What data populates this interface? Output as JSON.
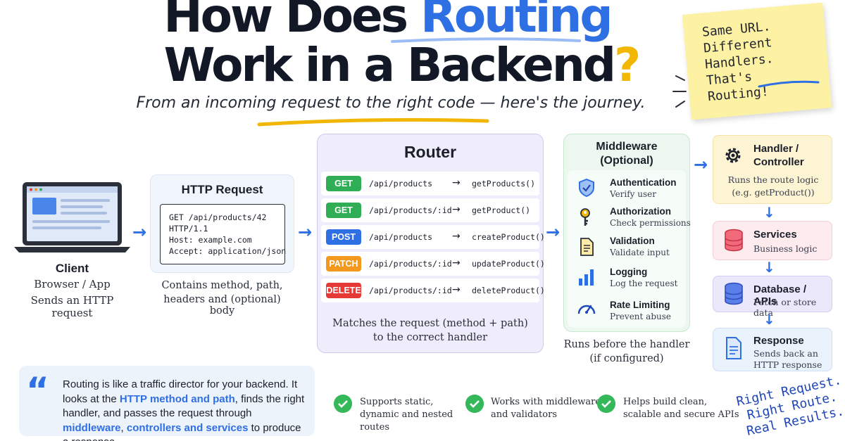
{
  "title": {
    "line1_pre": "How Does ",
    "line1_highlight": "Routing",
    "line2": "Work in a Backend",
    "qmark": "?"
  },
  "subtitle": "From an incoming request to the right code — here's the journey.",
  "sticky_note": [
    "Same URL.",
    "Different",
    "Handlers.",
    "That's Routing!"
  ],
  "client": {
    "title": "Client",
    "line1": "Browser / App",
    "line2": "Sends an HTTP request"
  },
  "http_request": {
    "title": "HTTP Request",
    "code": [
      "GET /api/products/42",
      "HTTP/1.1",
      "Host: example.com",
      "Accept: application/json"
    ],
    "desc_line1": "Contains method, path,",
    "desc_line2": "headers and (optional) body"
  },
  "router": {
    "title": "Router",
    "routes": [
      {
        "method": "GET",
        "path": "/api/products",
        "handler": "getProducts()",
        "color": "#2fae55"
      },
      {
        "method": "GET",
        "path": "/api/products/:id",
        "handler": "getProduct()",
        "color": "#2fae55"
      },
      {
        "method": "POST",
        "path": "/api/products",
        "handler": "createProduct()",
        "color": "#2f6fe4"
      },
      {
        "method": "PATCH",
        "path": "/api/products/:id",
        "handler": "updateProduct()",
        "color": "#f39a1e"
      },
      {
        "method": "DELETE",
        "path": "/api/products/:id",
        "handler": "deleteProduct()",
        "color": "#e53935"
      }
    ],
    "arrow": "→",
    "desc_line1": "Matches the request (method + path)",
    "desc_line2": "to the correct handler"
  },
  "middleware": {
    "title_line1": "Middleware",
    "title_line2": "(Optional)",
    "items": [
      {
        "title": "Authentication",
        "sub": "Verify user",
        "icon": "shield-icon"
      },
      {
        "title": "Authorization",
        "sub": "Check permissions",
        "icon": "key-icon"
      },
      {
        "title": "Validation",
        "sub": "Validate input",
        "icon": "document-icon"
      },
      {
        "title": "Logging",
        "sub": "Log the request",
        "icon": "bar-chart-icon"
      },
      {
        "title": "Rate Limiting",
        "sub": "Prevent abuse",
        "icon": "gauge-icon"
      }
    ],
    "desc_line1": "Runs before the handler",
    "desc_line2": "(if configured)"
  },
  "pipeline": [
    {
      "title_line1": "Handler /",
      "title_line2": "Controller",
      "sub_line1": "Runs the route logic",
      "sub_line2": "(e.g. getProduct())",
      "icon": "gear-icon",
      "bg": "#fdf4d4"
    },
    {
      "title_line1": "Services",
      "title_line2": "",
      "sub_line1": "Business logic",
      "sub_line2": "",
      "icon": "database-icon",
      "bg": "#fdebee"
    },
    {
      "title_line1": "Database / APIs",
      "title_line2": "",
      "sub_line1": "Fetch or store data",
      "sub_line2": "",
      "icon": "database-icon",
      "bg": "#ebe8fb"
    },
    {
      "title_line1": "Response",
      "title_line2": "",
      "sub_line1": "Sends back an",
      "sub_line2": "HTTP response",
      "icon": "file-icon",
      "bg": "#eaf2fc"
    }
  ],
  "quote": {
    "mark": "“",
    "t1": "Routing is like a traffic director for your backend.",
    "t2": "It looks at the ",
    "h1": "HTTP method and path",
    "t3": ", finds the right handler, and passes the request through ",
    "h2": "middleware",
    "t4": ", ",
    "h3": "controllers and services",
    "t5": " to produce a response."
  },
  "features": [
    {
      "line1": "Supports static,",
      "line2": "dynamic and nested routes"
    },
    {
      "line1": "Works with middleware",
      "line2": "and validators"
    },
    {
      "line1": "Helps build clean,",
      "line2": "scalable and secure APIs"
    }
  ],
  "slogan": [
    "Right Request.",
    "Right Route.",
    "Real Results."
  ],
  "colors": {
    "accent": "#2f6fe4",
    "yellow": "#f2b705",
    "green": "#35b85a"
  }
}
